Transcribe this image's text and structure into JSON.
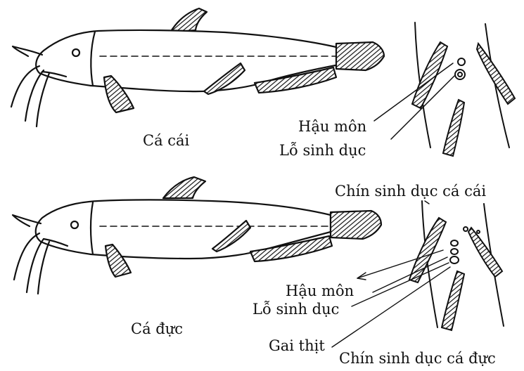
{
  "labels": {
    "female_fish": "Cá cái",
    "male_fish": "Cá đực",
    "female_anus": "Hậu môn",
    "female_genital_pore": "Lỗ sinh dục",
    "female_genital_fin": "Chín sinh dục cá cái",
    "male_anus": "Hậu môn",
    "male_genital_pore": "Lỗ sinh dục",
    "male_papilla": "Gai thịt",
    "male_genital_fin": "Chín sinh dục cá đực"
  },
  "colors": {
    "ink": "#111111",
    "paper": "#ffffff"
  }
}
